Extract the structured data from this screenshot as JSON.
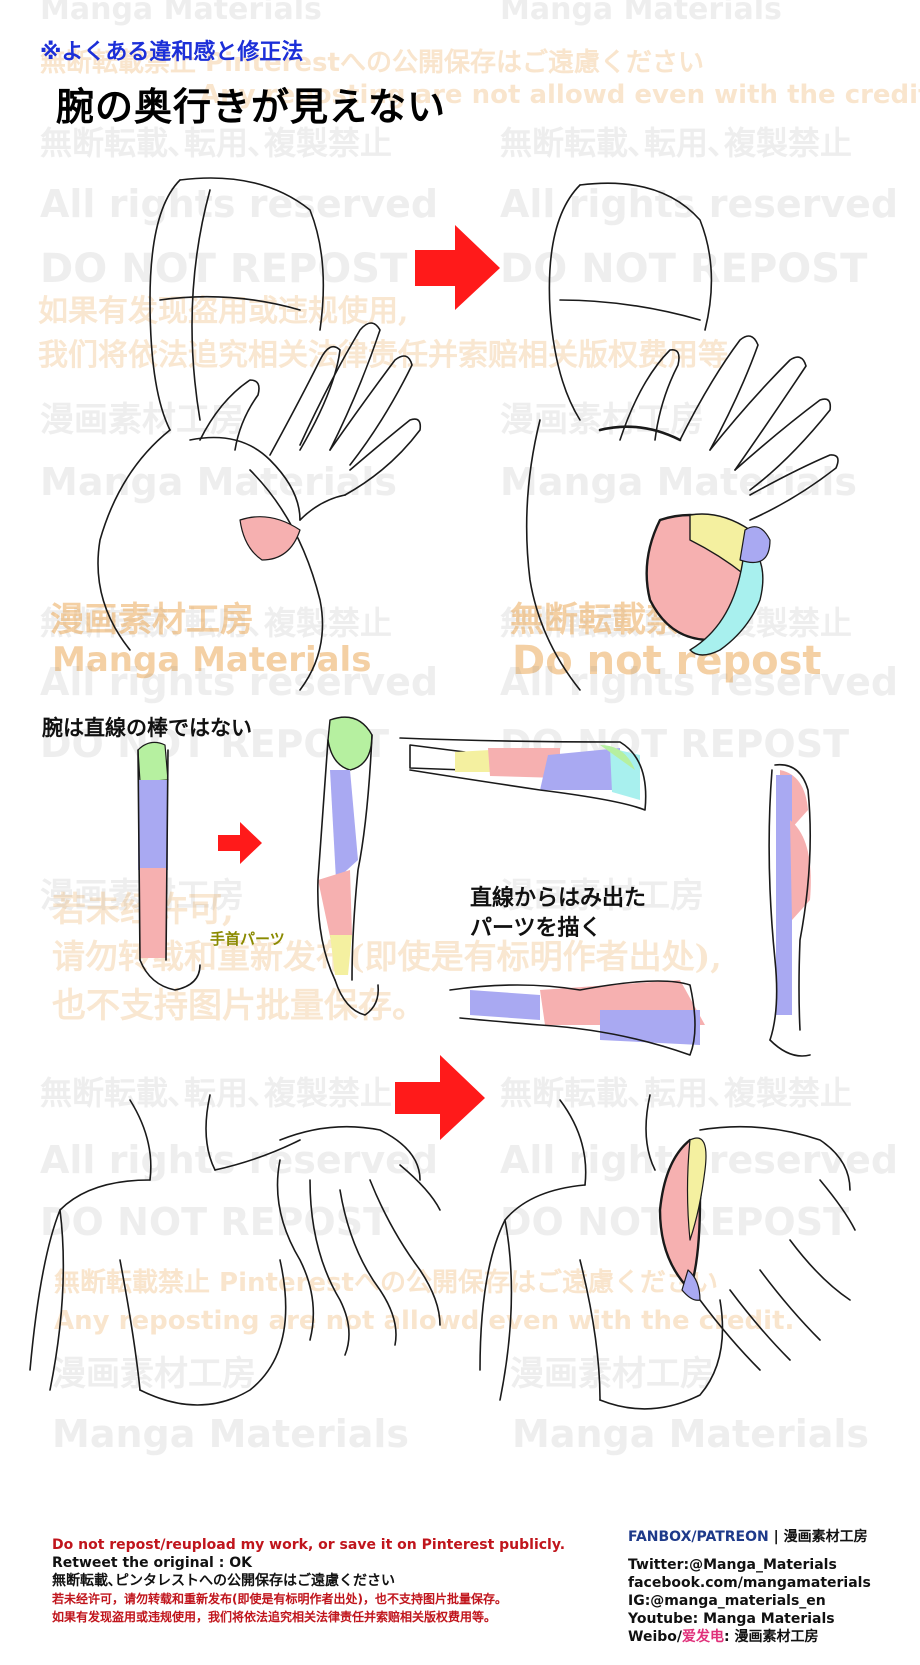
{
  "header": {
    "subtitle": "※よくある違和感と修正法",
    "title": "腕の奥行きが見えない"
  },
  "labels": {
    "arm_not_straight": "腕は直線の棒ではない",
    "wrist_parts": "手首パーツ",
    "draw_outside_line_1": "直線からはみ出た",
    "draw_outside_line_2": "パーツを描く"
  },
  "watermarks": {
    "manga_materials": "Manga Materials",
    "pinterest_jp": "無断転載禁止 Pinterestへの公開保存はご遠慮ください",
    "any_reposting": "Any reposting are not allowd even with the credit.",
    "no_repro_jp": "無断転載､転用､複製禁止",
    "all_rights": "All rights reserved",
    "do_not_repost_caps": "DO NOT REPOST",
    "cn_line1": "如果有发现盗用或违规使用,",
    "cn_line2": "我们将依法追究相关法律责任并索赔相关版权费用等",
    "studio_cn": "漫画素材工房",
    "studio_jp": "漫画素材工房",
    "no_repro_short": "無断転載禁止",
    "do_not_repost": "Do not repost",
    "cn_perm1": "若未经许可,",
    "cn_perm2": "请勿转载和重新发布(即使是有标明作者出处),",
    "cn_perm3": "也不支持图片批量保存。"
  },
  "footer": {
    "left": {
      "line1": "Do not repost/reupload my work, or save it on Pinterest publicly.",
      "line2": "Retweet the original : OK",
      "line3": "無断転載､ピンタレストへの公開保存はご遠慮ください",
      "line4": "若未经许可，请勿转载和重新发布(即使是有标明作者出处)，也不支持图片批量保存。",
      "line5": "如果有发现盗用或违规使用，我们将依法追究相关法律责任并索赔相关版权费用等。"
    },
    "right": {
      "fanbox": "FANBOX/PATREON",
      "sep": " | ",
      "studio": "漫画素材工房",
      "twitter": "Twitter:@Manga_Materials",
      "facebook": "facebook.com/mangamaterials",
      "ig": "IG:@manga_materials_en",
      "youtube": "Youtube: Manga Materials",
      "weibo_prefix": "Weibo/",
      "weibo_app": "爱发电",
      "weibo_suffix": ": 漫画素材工房"
    }
  },
  "colors": {
    "arrow_red": "#ff1a1a",
    "part_green": "#b6f0a0",
    "part_blue": "#a9a9f2",
    "part_pink": "#f6b0b0",
    "part_yellow": "#f4f0a0",
    "part_cyan": "#a8f0ee",
    "subtitle_blue": "#1c2fd8"
  }
}
